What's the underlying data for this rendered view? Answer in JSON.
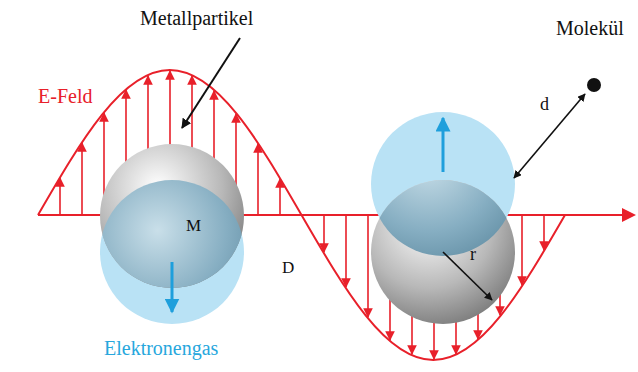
{
  "diagram": {
    "nodes": [
      {
        "text": [
          "M"
        ]
      }
    ],
    "labels": [
      "Metallpartikel",
      "E-Feld",
      "Molekül",
      "d",
      "D",
      "r",
      "Elektronengas"
    ]
  }
}
